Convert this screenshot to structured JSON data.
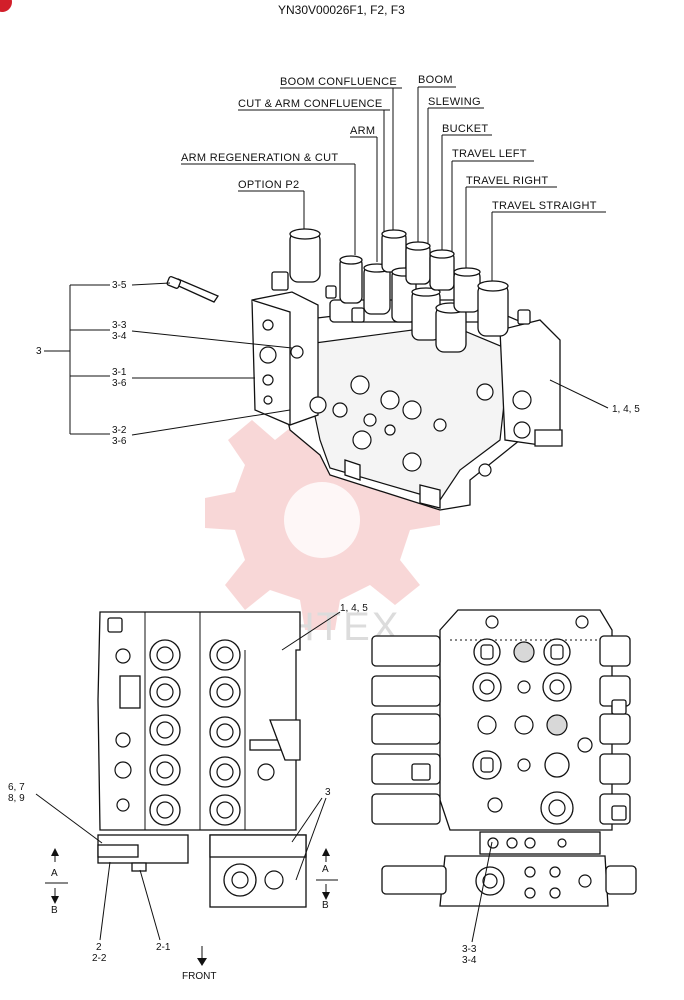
{
  "header": {
    "doc_code": "YN30V00026F1, F2, F3"
  },
  "watermark": {
    "text": "ИНТЕХ"
  },
  "top_labels": [
    {
      "id": "boom-confluence",
      "text": "BOOM CONFLUENCE"
    },
    {
      "id": "boom",
      "text": "BOOM"
    },
    {
      "id": "cut-arm-confluence",
      "text": "CUT & ARM CONFLUENCE"
    },
    {
      "id": "slewing",
      "text": "SLEWING"
    },
    {
      "id": "arm",
      "text": "ARM"
    },
    {
      "id": "bucket",
      "text": "BUCKET"
    },
    {
      "id": "arm-regeneration-cut",
      "text": "ARM REGENERATION & CUT"
    },
    {
      "id": "travel-left",
      "text": "TRAVEL LEFT"
    },
    {
      "id": "travel-right",
      "text": "TRAVEL RIGHT"
    },
    {
      "id": "option-p2",
      "text": "OPTION P2"
    },
    {
      "id": "travel-straight",
      "text": "TRAVEL STRAIGHT"
    }
  ],
  "callouts": {
    "group": "3",
    "c3_5": "3-5",
    "c3_3": "3-3",
    "c3_4": "3-4",
    "c3_1": "3-1",
    "c3_6a": "3-6",
    "c3_2": "3-2",
    "c3_6b": "3-6",
    "c145_top": "1, 4, 5",
    "c145_mid": "1, 4, 5",
    "c67": "6, 7",
    "c89": "8, 9",
    "c3_left": "3",
    "cA_left": "A",
    "cB_left": "B",
    "cA_right": "A",
    "cB_right": "B",
    "c2": "2",
    "c2_2": "2-2",
    "c2_1": "2-1",
    "front": "FRONT",
    "c3_3b": "3-3",
    "c3_4b": "3-4"
  }
}
